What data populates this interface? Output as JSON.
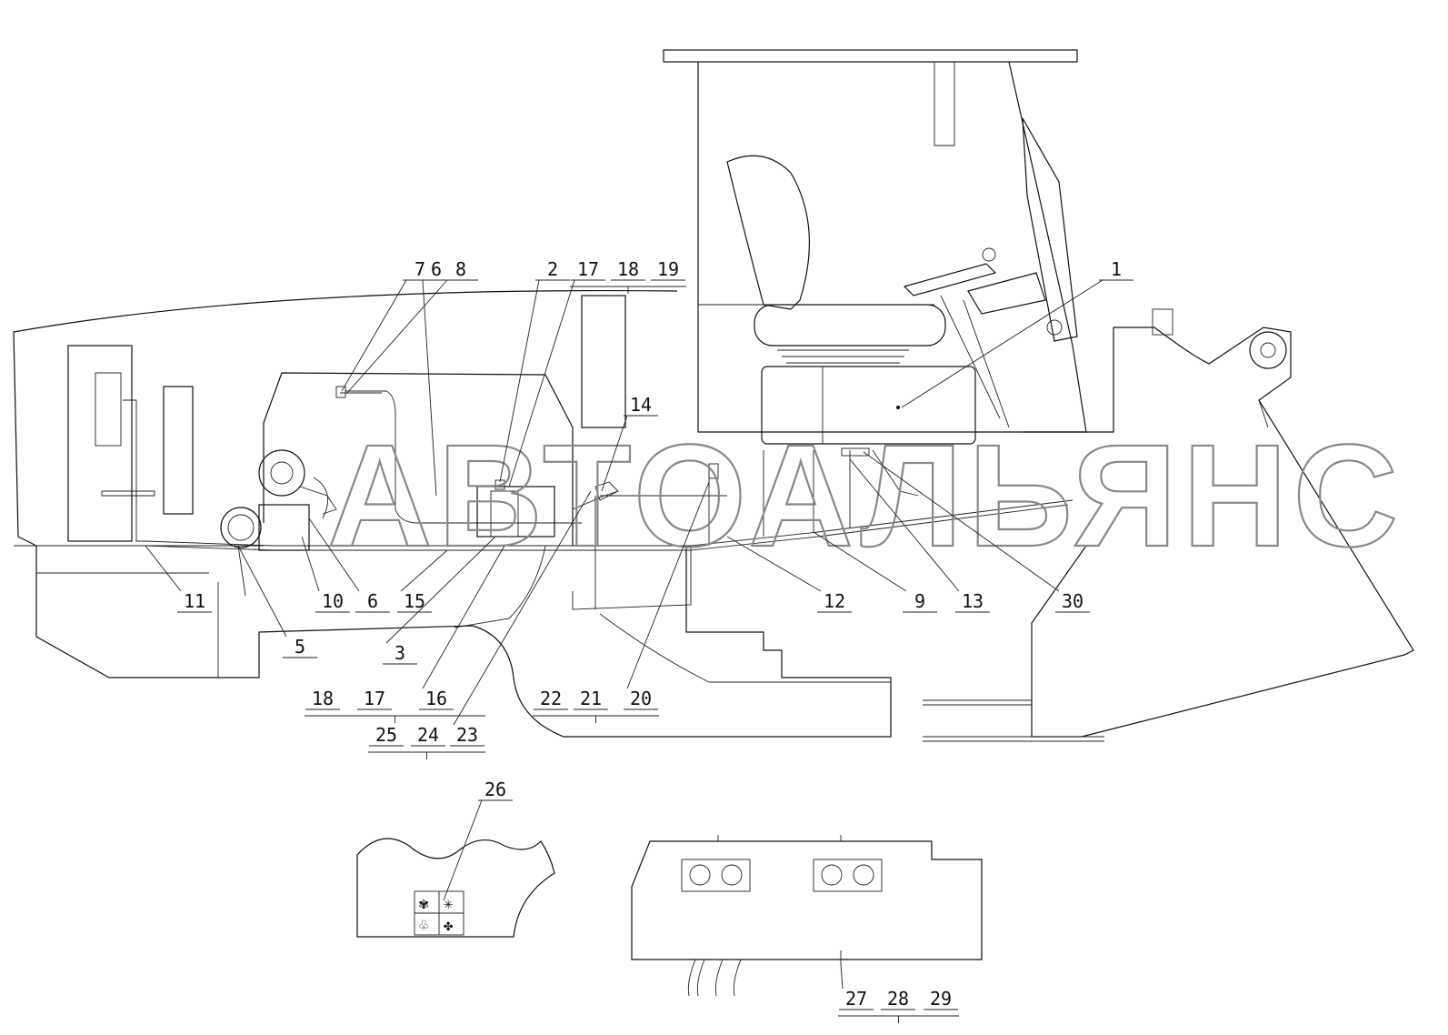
{
  "watermark": "АВТОАЛЬЯНС",
  "callouts": [
    "1",
    "2",
    "3",
    "5",
    "6",
    "6",
    "7",
    "8",
    "9",
    "10",
    "11",
    "12",
    "13",
    "14",
    "15",
    "16",
    "17",
    "17",
    "18",
    "18",
    "19",
    "20",
    "21",
    "22",
    "23",
    "24",
    "25",
    "26",
    "27",
    "28",
    "29",
    "30"
  ]
}
